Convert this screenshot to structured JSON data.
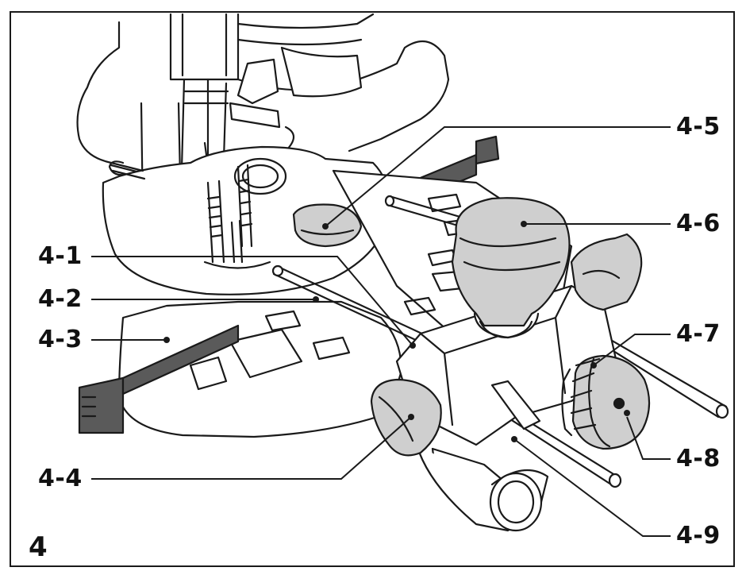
{
  "figure_number": "4",
  "labels": {
    "c1": "4-1",
    "c2": "4-2",
    "c3": "4-3",
    "c4": "4-4",
    "c5": "4-5",
    "c6": "4-6",
    "c7": "4-7",
    "c8": "4-8",
    "c9": "4-9"
  },
  "colors": {
    "line": "#1a1a1a",
    "knob_fill": "#cfcfcf",
    "fence_fill": "#5a5a5a",
    "background": "#ffffff"
  }
}
